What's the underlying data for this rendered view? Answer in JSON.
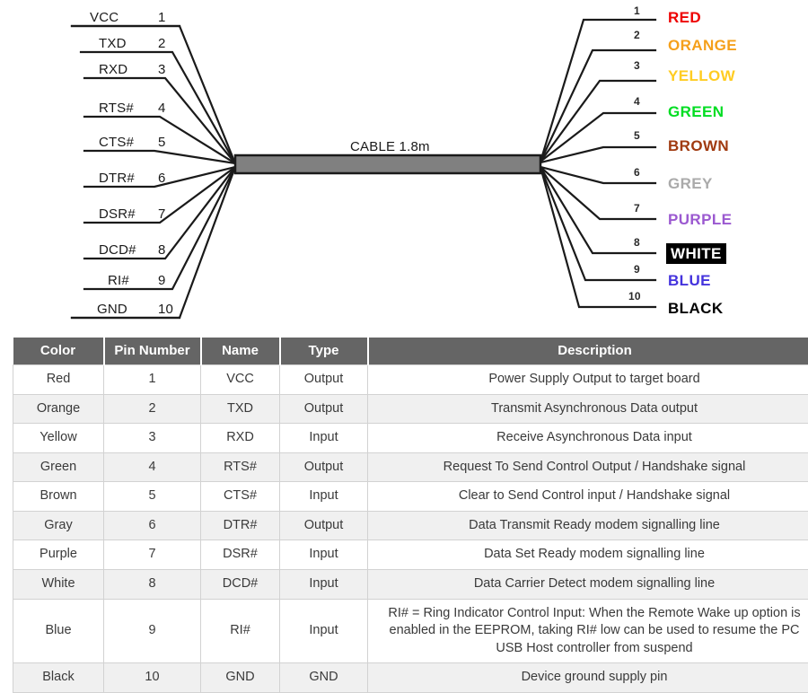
{
  "diagram": {
    "cable_caption": "CABLE 1.8m",
    "left_pins": [
      {
        "signal": "VCC",
        "pin": "1"
      },
      {
        "signal": "TXD",
        "pin": "2"
      },
      {
        "signal": "RXD",
        "pin": "3"
      },
      {
        "signal": "RTS#",
        "pin": "4"
      },
      {
        "signal": "CTS#",
        "pin": "5"
      },
      {
        "signal": "DTR#",
        "pin": "6"
      },
      {
        "signal": "DSR#",
        "pin": "7"
      },
      {
        "signal": "DCD#",
        "pin": "8"
      },
      {
        "signal": "RI#",
        "pin": "9"
      },
      {
        "signal": "GND",
        "pin": "10"
      }
    ],
    "right_pins": [
      {
        "pin": "1",
        "color_word": "RED",
        "hex": "#ee0000",
        "boxed": false
      },
      {
        "pin": "2",
        "color_word": "ORANGE",
        "hex": "#f5a01b",
        "boxed": false
      },
      {
        "pin": "3",
        "color_word": "YELLOW",
        "hex": "#ffcc22",
        "boxed": false
      },
      {
        "pin": "4",
        "color_word": "GREEN",
        "hex": "#00dd22",
        "boxed": false
      },
      {
        "pin": "5",
        "color_word": "BROWN",
        "hex": "#a03a10",
        "boxed": false
      },
      {
        "pin": "6",
        "color_word": "GREY",
        "hex": "#aaaaaa",
        "boxed": false
      },
      {
        "pin": "7",
        "color_word": "PURPLE",
        "hex": "#9b59d0",
        "boxed": false
      },
      {
        "pin": "8",
        "color_word": "WHITE",
        "hex": "#ffffff",
        "boxed": true
      },
      {
        "pin": "9",
        "color_word": "BLUE",
        "hex": "#4433dd",
        "boxed": false
      },
      {
        "pin": "10",
        "color_word": "BLACK",
        "hex": "#000000",
        "boxed": false
      }
    ],
    "cable_body_color": "#808080",
    "line_color": "#1a1a1a"
  },
  "table": {
    "headers": [
      "Color",
      "Pin Number",
      "Name",
      "Type",
      "Description"
    ],
    "rows": [
      {
        "color": "Red",
        "pin": "1",
        "name": "VCC",
        "type": "Output",
        "description": "Power Supply Output to target board"
      },
      {
        "color": "Orange",
        "pin": "2",
        "name": "TXD",
        "type": "Output",
        "description": "Transmit Asynchronous Data output"
      },
      {
        "color": "Yellow",
        "pin": "3",
        "name": "RXD",
        "type": "Input",
        "description": "Receive Asynchronous Data input"
      },
      {
        "color": "Green",
        "pin": "4",
        "name": "RTS#",
        "type": "Output",
        "description": "Request To Send Control Output / Handshake signal"
      },
      {
        "color": "Brown",
        "pin": "5",
        "name": "CTS#",
        "type": "Input",
        "description": "Clear to Send Control input / Handshake signal"
      },
      {
        "color": "Gray",
        "pin": "6",
        "name": "DTR#",
        "type": "Output",
        "description": "Data Transmit Ready modem signalling line"
      },
      {
        "color": "Purple",
        "pin": "7",
        "name": "DSR#",
        "type": "Input",
        "description": "Data Set Ready modem signalling line"
      },
      {
        "color": "White",
        "pin": "8",
        "name": "DCD#",
        "type": "Input",
        "description": "Data Carrier Detect modem signalling line"
      },
      {
        "color": "Blue",
        "pin": "9",
        "name": "RI#",
        "type": "Input",
        "description": "RI# = Ring Indicator Control Input: When the Remote Wake up option is enabled in the EEPROM, taking RI# low can be used to resume the PC USB Host controller from suspend"
      },
      {
        "color": "Black",
        "pin": "10",
        "name": "GND",
        "type": "GND",
        "description": "Device ground supply pin"
      }
    ],
    "header_bg": "#656565",
    "stripe_bg": "#f0f0f0"
  }
}
